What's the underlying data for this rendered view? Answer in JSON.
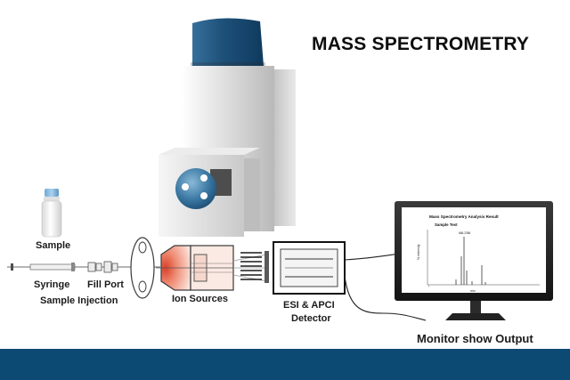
{
  "title": "MASS SPECTROMETRY",
  "labels": {
    "sample": "Sample",
    "syringe": "Syringe",
    "fill_port": "Fill Port",
    "sample_injection": "Sample Injection",
    "ion_sources": "Ion Sources",
    "esi_apci": "ESI & APCI",
    "detector": "Detector",
    "monitor_output": "Monitor show Output"
  },
  "screen": {
    "title": "Mass Spectrometry Analysis Result",
    "sample_label": "Sample Test",
    "ylabel": "% Intensity",
    "xlabel": "m/z",
    "peak_label": "666.2356"
  },
  "colors": {
    "band": "#0d4a73",
    "cap": "#1f4e74",
    "ion_glow": "#e7664d"
  }
}
